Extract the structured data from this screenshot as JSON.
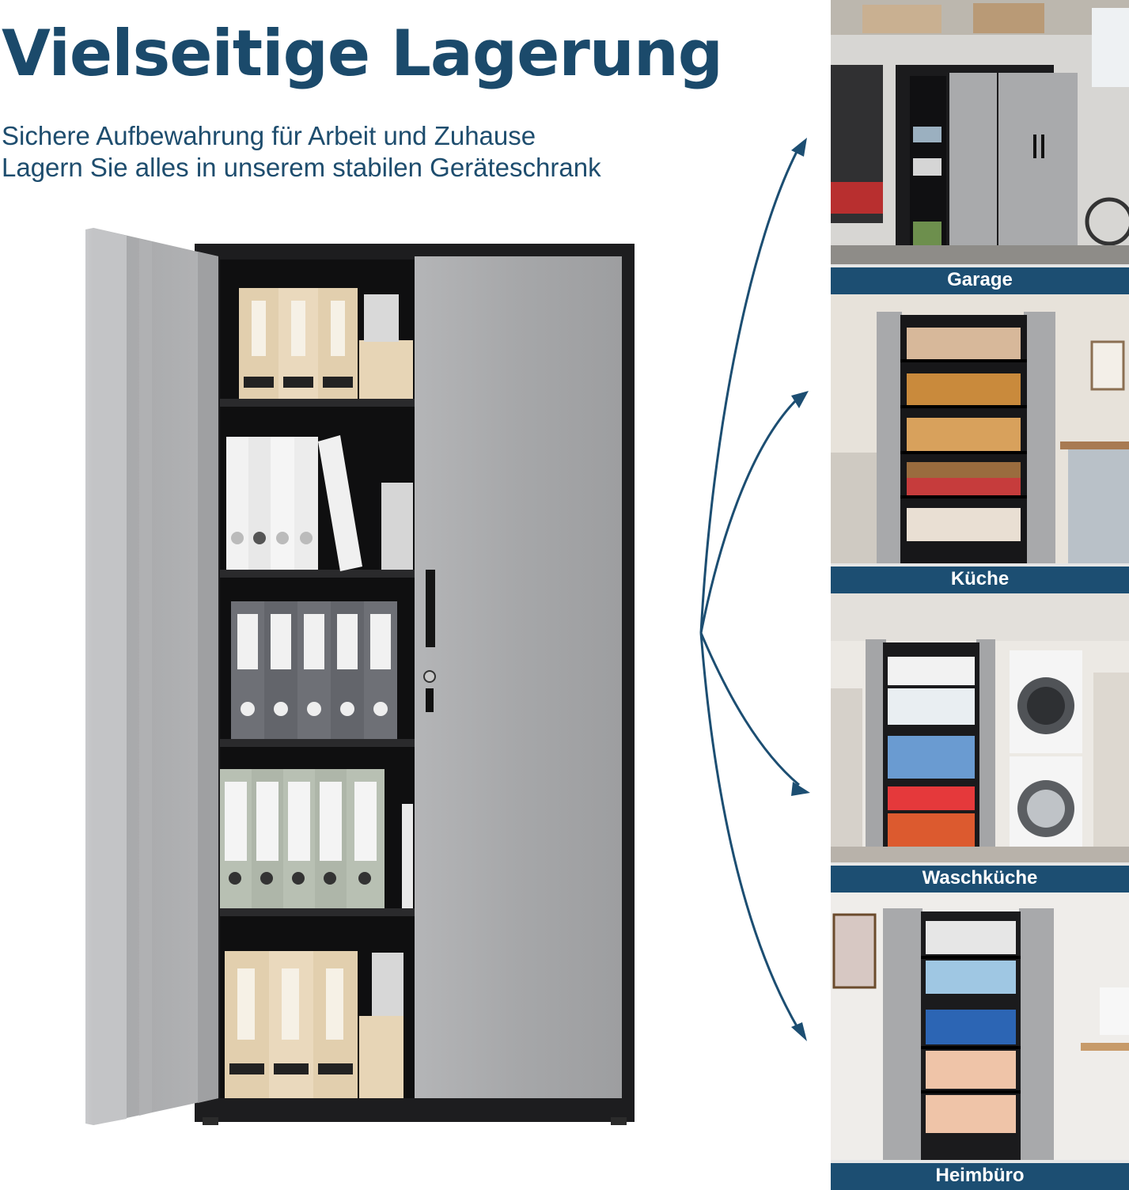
{
  "header": {
    "title": "Vielseitige Lagerung",
    "subtitle_line1": "Sichere Aufbewahrung für Arbeit und Zuhause",
    "subtitle_line2": "Lagern Sie alles in unserem stabilen Geräteschrank"
  },
  "colors": {
    "brand_navy": "#1b4a6b",
    "label_bar": "#1c4e72",
    "cabinet_gray": "#a7a8aa",
    "cabinet_black": "#1d1d1f"
  },
  "scenes": [
    {
      "label": "Garage"
    },
    {
      "label": "Küche"
    },
    {
      "label": "Waschküche"
    },
    {
      "label": "Heimbüro"
    }
  ]
}
